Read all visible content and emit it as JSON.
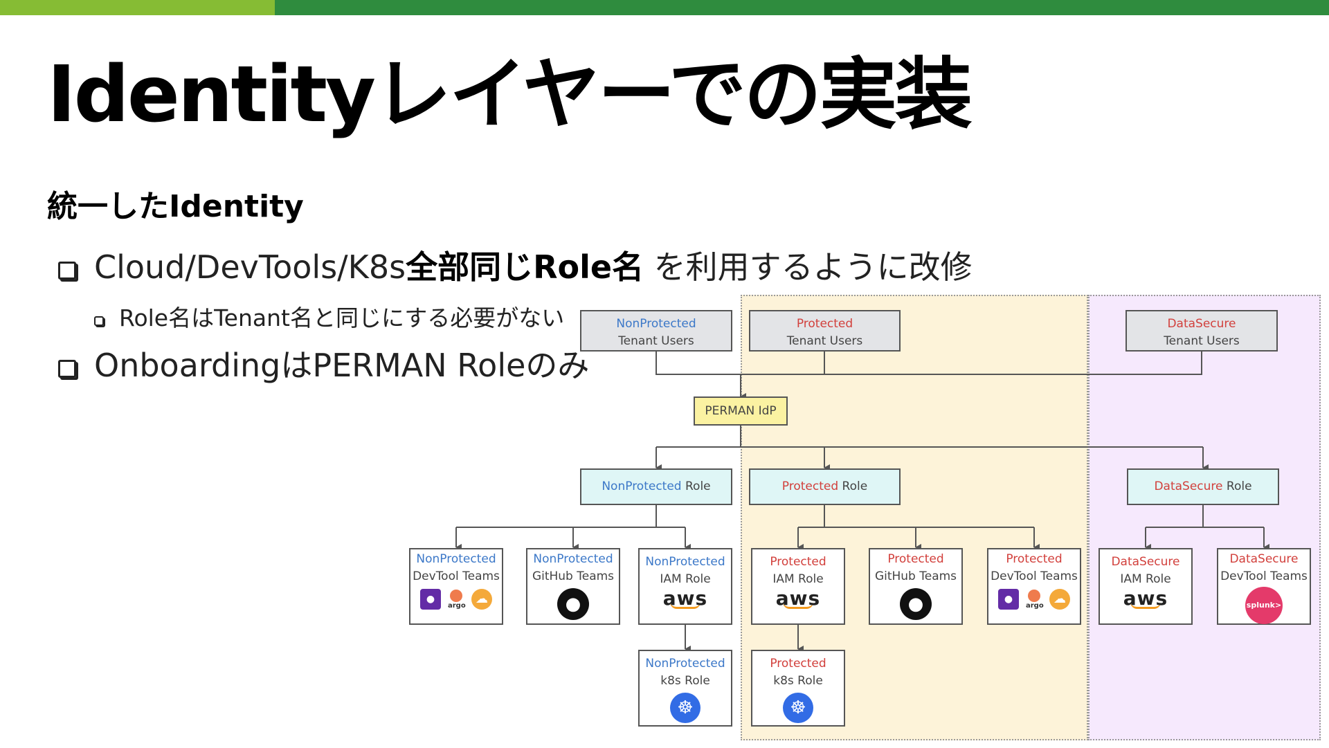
{
  "colors": {
    "topbar_light": "#86bc34",
    "topbar_dark": "#2f8c3e",
    "protected_zone": "#fdf3d9",
    "datasecure_zone": "#f6e9fd",
    "nonprotected_text": "#3c78c8",
    "protected_text": "#d2403c",
    "user_box": "#e3e4e7",
    "idp_box": "#fbf2a2",
    "role_box": "#dff6f6"
  },
  "slide": {
    "title": "Identityレイヤーでの実装",
    "subtitle": "統一したIdentity"
  },
  "bullets": [
    {
      "prefix": "Cloud/DevTools/K8s",
      "strong": "全部同じRole名",
      "suffix": " を利用するように改修"
    },
    {
      "text": "Role名はTenant名と同じにする必要がない"
    },
    {
      "text": "OnboardingはPERMAN Roleのみ"
    }
  ],
  "diagram": {
    "users": {
      "nonprotected": {
        "line1": "NonProtected",
        "line2": "Tenant Users"
      },
      "protected": {
        "line1": "Protected",
        "line2": "Tenant Users"
      },
      "datasecure": {
        "line1": "DataSecure",
        "line2": "Tenant Users"
      }
    },
    "idp": "PERMAN IdP",
    "roles": {
      "nonprotected": {
        "prefix": "NonProtected",
        "suffix": " Role"
      },
      "protected": {
        "prefix": "Protected",
        "suffix": " Role"
      },
      "datasecure": {
        "prefix": "DataSecure",
        "suffix": " Role"
      }
    },
    "leaves": {
      "np_devtool": {
        "line1": "NonProtected",
        "line2": "DevTool Teams"
      },
      "np_github": {
        "line1": "NonProtected",
        "line2": "GitHub Teams"
      },
      "np_iam": {
        "line1": "NonProtected",
        "line2": "IAM Role"
      },
      "np_k8s": {
        "line1": "NonProtected",
        "line2": "k8s Role"
      },
      "p_iam": {
        "line1": "Protected",
        "line2": "IAM Role"
      },
      "p_github": {
        "line1": "Protected",
        "line2": "GitHub Teams"
      },
      "p_devtool": {
        "line1": "Protected",
        "line2": "DevTool Teams"
      },
      "p_k8s": {
        "line1": "Protected",
        "line2": "k8s Role"
      },
      "ds_iam": {
        "line1": "DataSecure",
        "line2": "IAM Role"
      },
      "ds_devtool": {
        "line1": "DataSecure",
        "line2": "DevTool Teams"
      }
    },
    "logos": {
      "argo": "argo",
      "aws": "aws",
      "splunk": "splunk>"
    },
    "icon_names": [
      "datadog-icon",
      "argo-icon",
      "cloudflare-icon",
      "github-icon",
      "aws-icon",
      "kubernetes-icon",
      "splunk-icon"
    ]
  }
}
